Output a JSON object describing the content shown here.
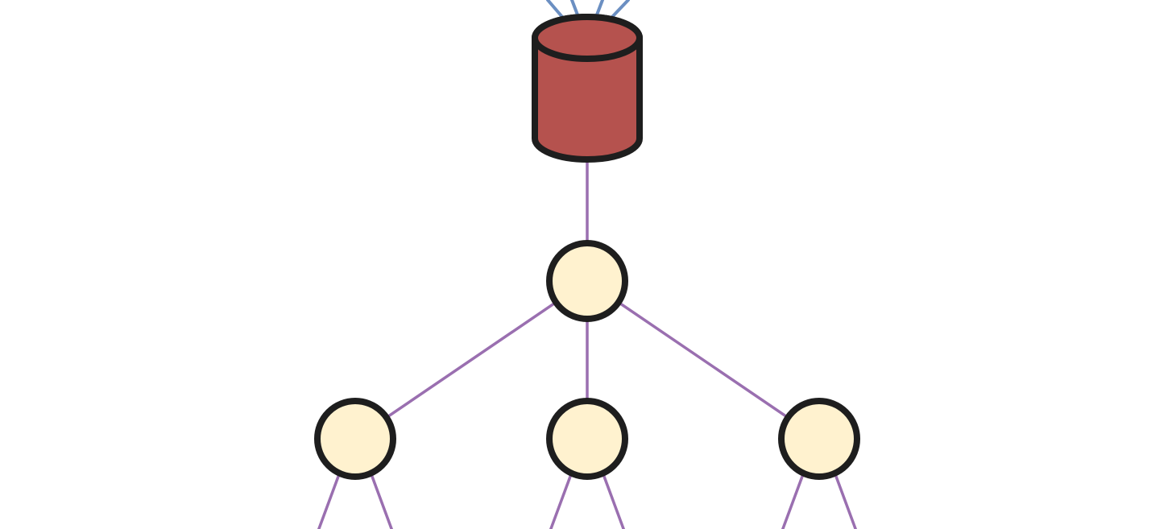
{
  "diagram": {
    "type": "tree-topology",
    "colors": {
      "background": "#ffffff",
      "database_fill": "#b5524e",
      "node_fill": "#fff2cf",
      "outline": "#1e1e1e",
      "upstream_link": "#6b8fc2",
      "tree_link": "#9a6fb0"
    },
    "database": {
      "icon": "database-cylinder-icon"
    },
    "nodes": [
      {
        "id": "root",
        "level": 1
      },
      {
        "id": "child-left",
        "level": 2
      },
      {
        "id": "child-center",
        "level": 2
      },
      {
        "id": "child-right",
        "level": 2
      }
    ],
    "edges": [
      {
        "from": "database",
        "to": "root"
      },
      {
        "from": "root",
        "to": "child-left"
      },
      {
        "from": "root",
        "to": "child-center"
      },
      {
        "from": "root",
        "to": "child-right"
      }
    ],
    "upstream_link_count": 4,
    "offscreen_children_per_leaf": 2
  }
}
